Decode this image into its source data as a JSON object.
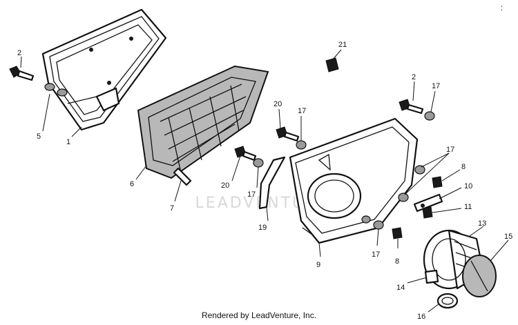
{
  "diagram": {
    "callouts": [
      "2",
      "5",
      "1",
      "6",
      "7",
      "20",
      "17",
      "21",
      "2",
      "17",
      "20",
      "17",
      "19",
      "17",
      "8",
      "10",
      "11",
      "9",
      "17",
      "8",
      "13",
      "15",
      "14",
      "16"
    ]
  },
  "watermark": {
    "text": "LEADVENTURE"
  },
  "footer": {
    "text": "Rendered by LeadVenture, Inc."
  },
  "corner_mark": {
    "text": ":"
  }
}
